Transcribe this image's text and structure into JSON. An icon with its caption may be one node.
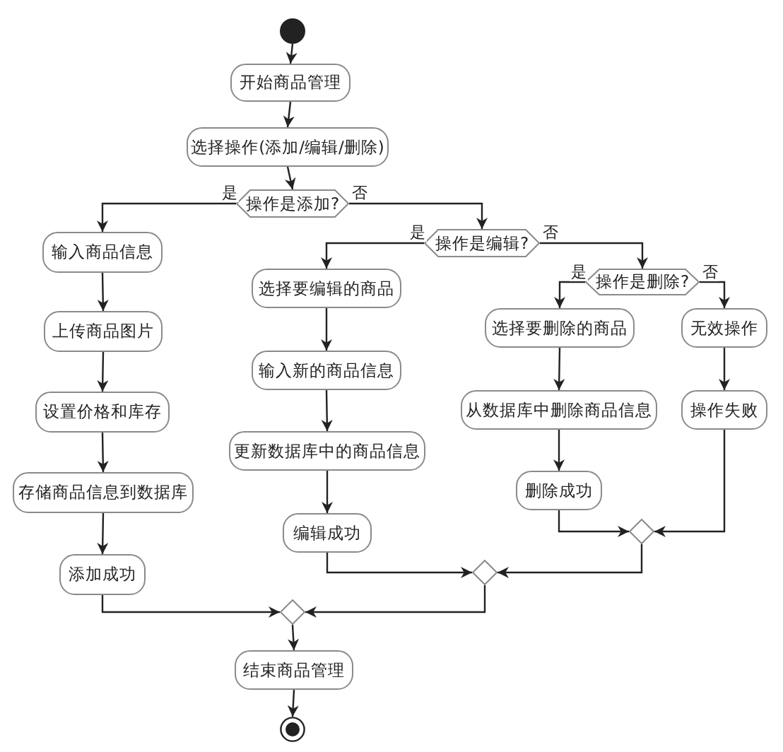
{
  "diagram": {
    "nodes": [
      {
        "text": [],
        "shape": "circle"
      },
      {
        "text": [
          "开始商品管理"
        ]
      },
      {
        "text": [
          "选择操作(添加/编辑/删除)"
        ]
      },
      {
        "text": [
          "操作是添加?"
        ]
      },
      {
        "text": [
          "输入商品信息"
        ]
      },
      {
        "text": [
          "上传商品图片"
        ]
      },
      {
        "text": [
          "设置价格和库存"
        ]
      },
      {
        "text": [
          "存储商品信息到数据库"
        ]
      },
      {
        "text": [
          "添加成功"
        ]
      },
      {
        "text": [
          "操作是编辑?"
        ]
      },
      {
        "text": [
          "选择要编辑的商品"
        ]
      },
      {
        "text": [
          "输入新的商品信息"
        ]
      },
      {
        "text": [
          "更新数据库中的商品信息"
        ]
      },
      {
        "text": [
          "编辑成功"
        ]
      },
      {
        "text": [
          "操作是删除?"
        ]
      },
      {
        "text": [
          "选择要删除的商品"
        ]
      },
      {
        "text": [
          "从数据库中删除商品信息"
        ]
      },
      {
        "text": [
          "删除成功"
        ]
      },
      {
        "text": [
          "无效操作"
        ]
      },
      {
        "text": [
          "操作失败"
        ]
      },
      {
        "text": [],
        "shape": "diamond"
      },
      {
        "text": [],
        "shape": "diamond"
      },
      {
        "text": [],
        "shape": "diamond"
      },
      {
        "text": [
          "结束商品管理"
        ]
      },
      {
        "text": [],
        "shape": "circle"
      }
    ],
    "edges": [
      {
        "from": 0,
        "to": 1,
        "arrow": "to"
      },
      {
        "from": 1,
        "to": 2,
        "arrow": "to"
      },
      {
        "from": 2,
        "to": 3,
        "arrow": "to"
      },
      {
        "from": 3,
        "to": 4,
        "arrow": "to",
        "label": "是"
      },
      {
        "from": 3,
        "to": 9,
        "arrow": "to",
        "label": "否"
      },
      {
        "from": 4,
        "to": 5,
        "arrow": "to"
      },
      {
        "from": 5,
        "to": 6,
        "arrow": "to"
      },
      {
        "from": 6,
        "to": 7,
        "arrow": "to"
      },
      {
        "from": 7,
        "to": 8,
        "arrow": "to"
      },
      {
        "from": 9,
        "to": 10,
        "arrow": "to",
        "label": "是"
      },
      {
        "from": 9,
        "to": 14,
        "arrow": "to",
        "label": "否"
      },
      {
        "from": 10,
        "to": 11,
        "arrow": "to"
      },
      {
        "from": 11,
        "to": 12,
        "arrow": "to"
      },
      {
        "from": 12,
        "to": 13,
        "arrow": "to"
      },
      {
        "from": 14,
        "to": 15,
        "arrow": "to",
        "label": "是"
      },
      {
        "from": 14,
        "to": 18,
        "arrow": "to",
        "label": "否"
      },
      {
        "from": 15,
        "to": 16,
        "arrow": "to"
      },
      {
        "from": 16,
        "to": 17,
        "arrow": "to"
      },
      {
        "from": 18,
        "to": 19,
        "arrow": "to"
      },
      {
        "from": 17,
        "to": 20,
        "arrow": "to"
      },
      {
        "from": 19,
        "to": 20,
        "arrow": "to"
      },
      {
        "from": 13,
        "to": 21,
        "arrow": "to"
      },
      {
        "from": 20,
        "to": 21,
        "arrow": "to"
      },
      {
        "from": 8,
        "to": 22,
        "arrow": "to"
      },
      {
        "from": 21,
        "to": 22,
        "arrow": "to"
      },
      {
        "from": 22,
        "to": 23,
        "arrow": "to"
      },
      {
        "from": 23,
        "to": 24,
        "arrow": "to"
      }
    ]
  }
}
